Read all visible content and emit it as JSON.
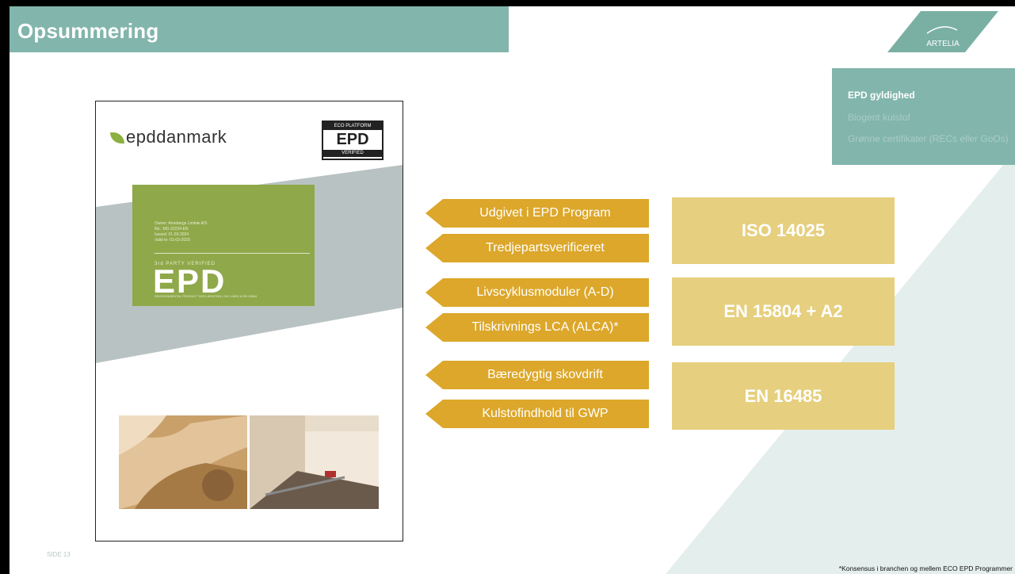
{
  "header": {
    "title": "Opsummering"
  },
  "logo": {
    "text": "ARTELIA"
  },
  "nav": {
    "items": [
      {
        "label": "EPD gyldighed",
        "active": true
      },
      {
        "label": "Biogent kulstof",
        "active": false
      },
      {
        "label": "Grønne certifikater (RECs eller GoOs)",
        "active": false
      }
    ]
  },
  "document": {
    "brand": "epddanmark",
    "eco_platform": {
      "top": "ECO PLATFORM",
      "mid": "EPD",
      "bottom": "VERIFIED"
    },
    "card": {
      "meta": [
        "Owner:   Arnebergs Limtræ A/S",
        "No.:       MD-22224-EN",
        "Issued:   01-03-2024",
        "Valid to:  01-03-2029"
      ],
      "party": "3rd PARTY VERIFIED",
      "big": "EPD",
      "footer": "ENVIRONMENTAL PRODUCT DECLARATION | ISO 14025 & EN 15804"
    }
  },
  "tags": [
    "Udgivet i EPD Program",
    "Tredjepartsverificeret",
    "Livscyklusmoduler (A-D)",
    "Tilskrivnings LCA (ALCA)*",
    "Bæredygtig skovdrift",
    "Kulstofindhold til GWP"
  ],
  "standards": [
    "ISO 14025",
    "EN 15804 + A2",
    "EN 16485"
  ],
  "page_number": "SIDE 13",
  "footnote": "*Konsensus i branchen og mellem ECO EPD Programmer",
  "colors": {
    "teal": "#82b5ac",
    "tag": "#dca72a",
    "standard": "#e6cf7e",
    "bg_diag": "#e4eeec"
  }
}
